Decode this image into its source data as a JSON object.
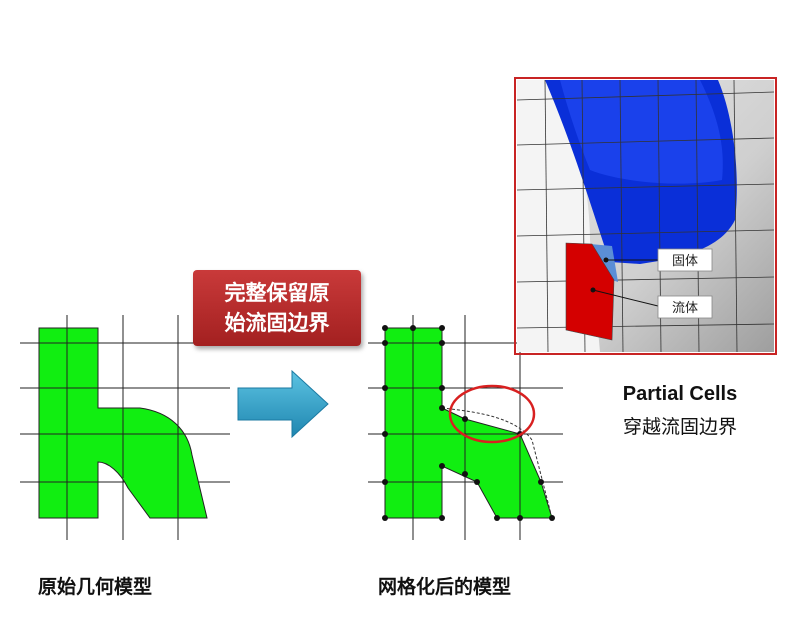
{
  "callout": {
    "text": "完整保留原\n始流固边界"
  },
  "captions": {
    "original": "原始几何模型",
    "meshed": "网格化后的模型"
  },
  "partial_cells": {
    "title": "Partial Cells",
    "subtitle": "穿越流固边界"
  },
  "inset": {
    "solid_label": "固体",
    "fluid_label": "流体"
  },
  "colors": {
    "shape_fill": "#11ee11",
    "arrow": "#2a9fc4",
    "highlight": "#d82020",
    "inset_border": "#c82424",
    "solid_blue": "#0a2fd8",
    "fluid_red": "#d40000"
  }
}
